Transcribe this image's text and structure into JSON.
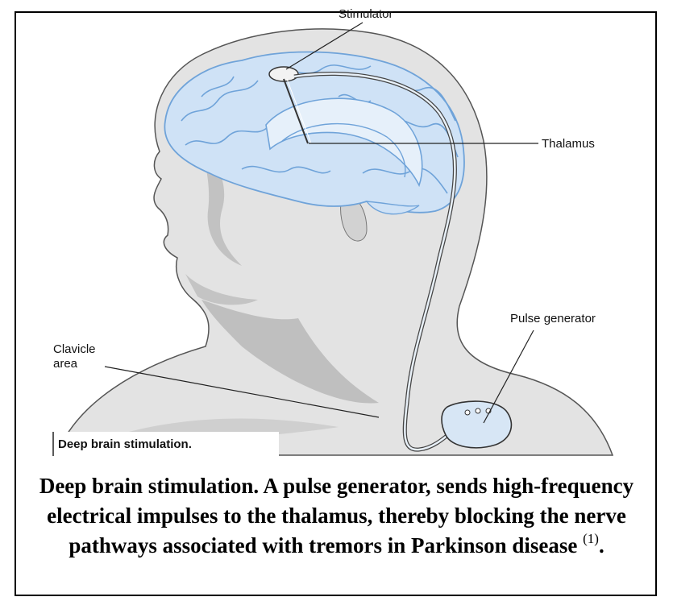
{
  "labels": {
    "stimulator": "Stimulator",
    "thalamus": "Thalamus",
    "pulse_generator": "Pulse generator",
    "clavicle_line1": "Clavicle",
    "clavicle_line2": "area"
  },
  "inset_title": "Deep brain stimulation.",
  "caption": {
    "text": "Deep brain stimulation. A pulse generator, sends high-frequency electrical impulses to the thalamus, thereby blocking the nerve pathways associated with tremors in Parkinson disease",
    "reference": "(1)",
    "end": "."
  },
  "colors": {
    "skin": "#e3e3e3",
    "skin_shadow": "#b9b9b9",
    "brain": "#cfe2f6",
    "brain_folds": "#6fa3d9",
    "outline": "#444444"
  }
}
